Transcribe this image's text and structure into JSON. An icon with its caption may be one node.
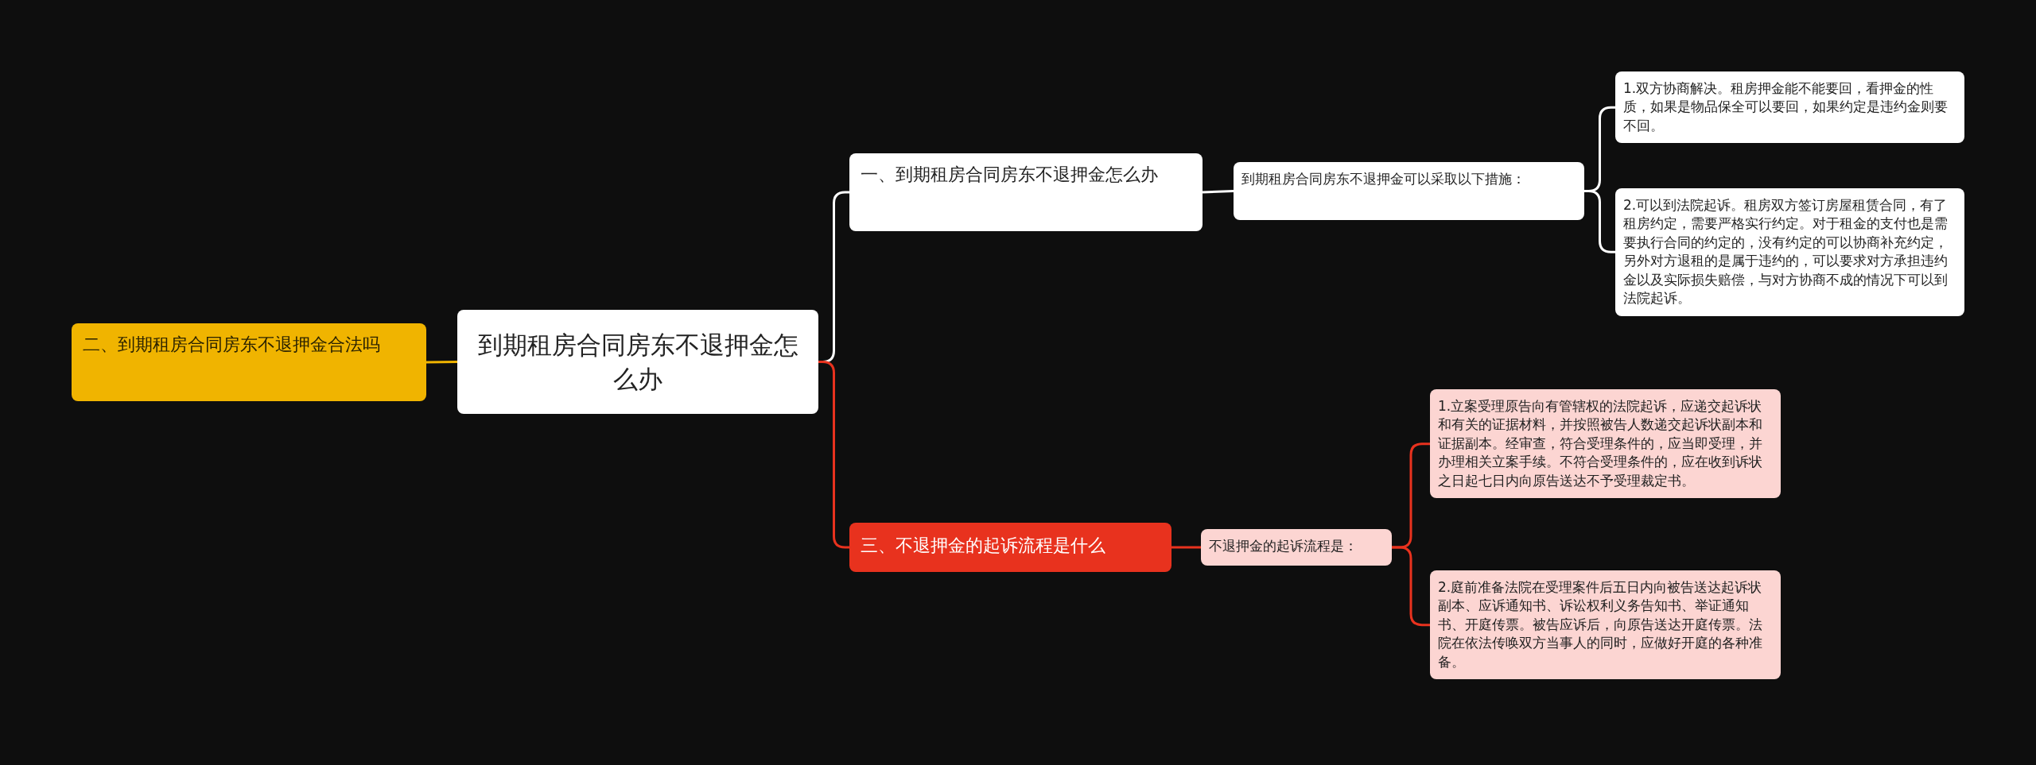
{
  "diagram": {
    "nodes": [
      {
        "text": [
          "到期租房合同房东不退押金怎么办"
        ]
      },
      {
        "text": [
          "二、到期租房合同房东不退押金合法吗"
        ]
      },
      {
        "text": [
          "一、到期租房合同房东不退押金怎么办"
        ]
      },
      {
        "text": [
          "到期租房合同房东不退押金可以采取以下措施："
        ]
      },
      {
        "text": [
          "1.双方协商解决。租房押金能不能要回，看押金的性质，如果是物品保全可以要回，如果约定是违约金则要不回。"
        ]
      },
      {
        "text": [
          "2.可以到法院起诉。租房双方签订房屋租赁合同，有了租房约定，需要严格实行约定。对于租金的支付也是需要执行合同的约定的，没有约定的可以协商补充约定，另外对方退租的是属于违约的，可以要求对方承担违约金以及实际损失赔偿，与对方协商不成的情况下可以到法院起诉。"
        ]
      },
      {
        "text": [
          "三、不退押金的起诉流程是什么"
        ]
      },
      {
        "text": [
          "不退押金的起诉流程是："
        ]
      },
      {
        "text": [
          "1.立案受理原告向有管辖权的法院起诉，应递交起诉状和有关的证据材料，并按照被告人数递交起诉状副本和证据副本。经审查，符合受理条件的，应当即受理，并办理相关立案手续。不符合受理条件的，应在收到诉状之日起七日内向原告送达不予受理裁定书。"
        ]
      },
      {
        "text": [
          "2.庭前准备法院在受理案件后五日内向被告送达起诉状副本、应诉通知书、诉讼权利义务告知书、举证通知书、开庭传票。被告应诉后，向原告送达开庭传票。法院在依法传唤双方当事人的同时，应做好开庭的各种准备。"
        ]
      }
    ],
    "edges": [
      {
        "from": 0,
        "to": 1,
        "arrow": "none",
        "color": "#f0b400"
      },
      {
        "from": 0,
        "to": 2,
        "arrow": "none",
        "color": "#ffffff"
      },
      {
        "from": 2,
        "to": 3,
        "arrow": "none",
        "color": "#ffffff"
      },
      {
        "from": 3,
        "to": 4,
        "arrow": "none",
        "color": "#ffffff"
      },
      {
        "from": 3,
        "to": 5,
        "arrow": "none",
        "color": "#ffffff"
      },
      {
        "from": 0,
        "to": 6,
        "arrow": "none",
        "color": "#e8321e"
      },
      {
        "from": 6,
        "to": 7,
        "arrow": "none",
        "color": "#e8321e"
      },
      {
        "from": 7,
        "to": 8,
        "arrow": "none",
        "color": "#e8321e"
      },
      {
        "from": 7,
        "to": 9,
        "arrow": "none",
        "color": "#e8321e"
      }
    ]
  }
}
